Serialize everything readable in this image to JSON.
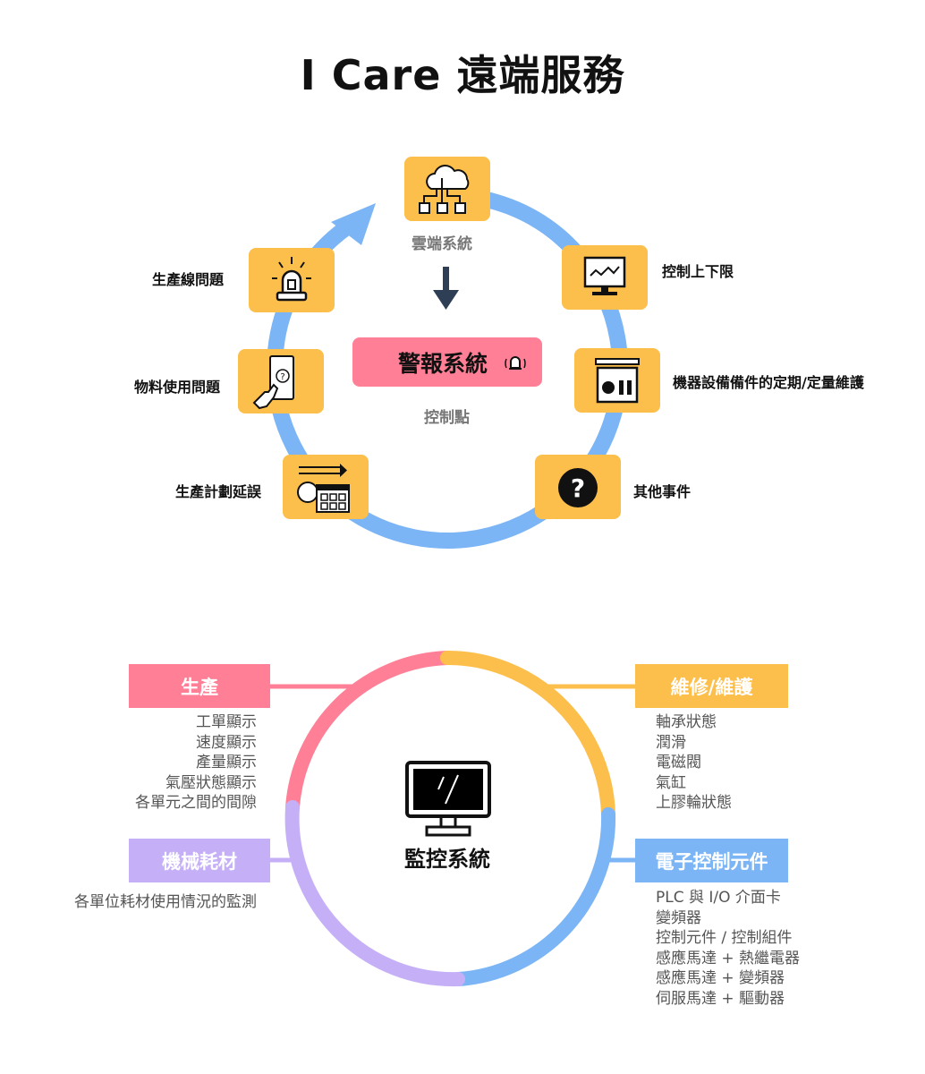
{
  "title": "I Care 遠端服務",
  "colors": {
    "ring_top": "#7BB5F5",
    "node": "#FDBF4C",
    "alarm": "#FF8096",
    "production": "#FF8096",
    "maintenance": "#FDBF4C",
    "consumables": "#C5B0F8",
    "electronics": "#7BB5F5",
    "arrow_down": "#2E3E55"
  },
  "cycle": {
    "cloud": {
      "label": "雲端系統",
      "icon": "cloud-network-icon"
    },
    "alarm": {
      "label": "警報系統",
      "icon": "alarm-bell-icon"
    },
    "control_point": "控制點",
    "nodes": [
      {
        "label": "控制上下限",
        "icon": "monitor-chart-icon"
      },
      {
        "label": "機器設備備件的定期/定量維護",
        "icon": "toolbox-icon"
      },
      {
        "label": "其他事件",
        "icon": "question-icon"
      },
      {
        "label": "生產計劃延誤",
        "icon": "calendar-clock-icon"
      },
      {
        "label": "物料使用問題",
        "icon": "phone-touch-icon"
      },
      {
        "label": "生產線問題",
        "icon": "siren-icon"
      }
    ]
  },
  "monitor": {
    "center": {
      "label": "監控系統",
      "icon": "monitor-icon"
    },
    "categories": [
      {
        "label": "生產",
        "items": [
          "工單顯示",
          "速度顯示",
          "產量顯示",
          "氣壓狀態顯示",
          "各單元之間的間隙"
        ]
      },
      {
        "label": "維修/維護",
        "items": [
          "軸承狀態",
          "潤滑",
          "電磁閥",
          "氣缸",
          "上膠輪狀態"
        ]
      },
      {
        "label": "機械耗材",
        "items": [
          "各單位耗材使用情況的監測"
        ]
      },
      {
        "label": "電子控制元件",
        "items": [
          "PLC 與 I/O 介面卡",
          "變頻器",
          "控制元件 / 控制組件",
          "感應馬達 + 熱繼電器",
          "感應馬達 + 變頻器",
          "伺服馬達 + 驅動器"
        ]
      }
    ]
  }
}
